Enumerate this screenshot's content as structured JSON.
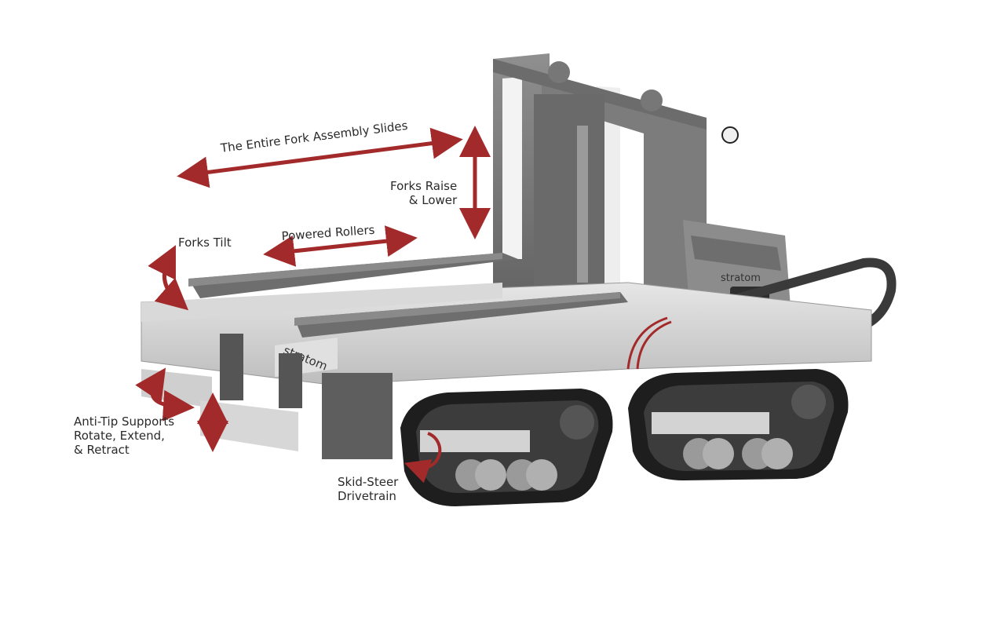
{
  "diagram": {
    "subject": "Autonomous tracked forklift robot",
    "brand_marks": [
      "stratom",
      "stratom"
    ],
    "accent_color": "#a32a2a",
    "body_color": "#8a8a8a",
    "track_color": "#1e1e1e",
    "callouts": [
      {
        "id": "fork-slide",
        "text": "The Entire Fork Assembly Slides",
        "arrow": "double-horizontal"
      },
      {
        "id": "forks-raise",
        "lines": [
          "Forks Raise",
          "& Lower"
        ],
        "arrow": "double-vertical"
      },
      {
        "id": "forks-tilt",
        "text": "Forks Tilt",
        "arrow": "curved-double"
      },
      {
        "id": "powered-rollers",
        "text": "Powered Rollers",
        "arrow": "double-horizontal"
      },
      {
        "id": "anti-tip",
        "lines": [
          "Anti-Tip Supports",
          "Rotate, Extend,",
          "& Retract"
        ],
        "arrow": "curved-and-vertical"
      },
      {
        "id": "skid-steer",
        "lines": [
          "Skid-Steer",
          "Drivetrain"
        ],
        "arrow": "circular"
      }
    ]
  }
}
